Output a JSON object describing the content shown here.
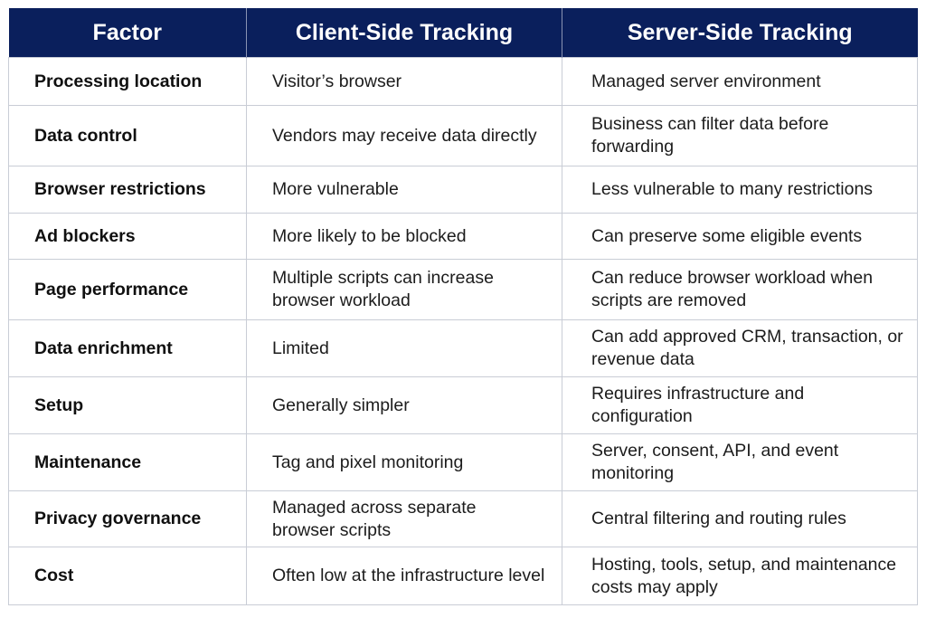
{
  "table": {
    "columns": [
      "Factor",
      "Client-Side Tracking",
      "Server-Side Tracking"
    ],
    "rows": [
      {
        "factor": "Processing location",
        "client": "Visitor’s browser",
        "server": "Managed server environment"
      },
      {
        "factor": "Data control",
        "client": "Vendors may receive data directly",
        "server": "Business can filter data before forwarding"
      },
      {
        "factor": "Browser restrictions",
        "client": "More vulnerable",
        "server": "Less vulnerable to many restrictions"
      },
      {
        "factor": "Ad blockers",
        "client": "More likely to be blocked",
        "server": "Can preserve some eligible events"
      },
      {
        "factor": "Page performance",
        "client": "Multiple scripts can increase browser workload",
        "server": "Can reduce browser workload when scripts are removed"
      },
      {
        "factor": "Data enrichment",
        "client": "Limited",
        "server": "Can add approved CRM, transaction, or revenue data"
      },
      {
        "factor": "Setup",
        "client": "Generally simpler",
        "server": "Requires infrastructure and configuration"
      },
      {
        "factor": "Maintenance",
        "client": "Tag and pixel monitoring",
        "server": "Server, consent, API, and event monitoring"
      },
      {
        "factor": "Privacy governance",
        "client": "Managed across separate browser scripts",
        "server": "Central filtering and routing rules"
      },
      {
        "factor": "Cost",
        "client": "Often low at the infrastructure level",
        "server": "Hosting, tools, setup, and maintenance costs may apply"
      }
    ]
  },
  "colors": {
    "header_bg": "#0a1f5c",
    "header_text": "#ffffff",
    "border": "#c9cdd6"
  }
}
